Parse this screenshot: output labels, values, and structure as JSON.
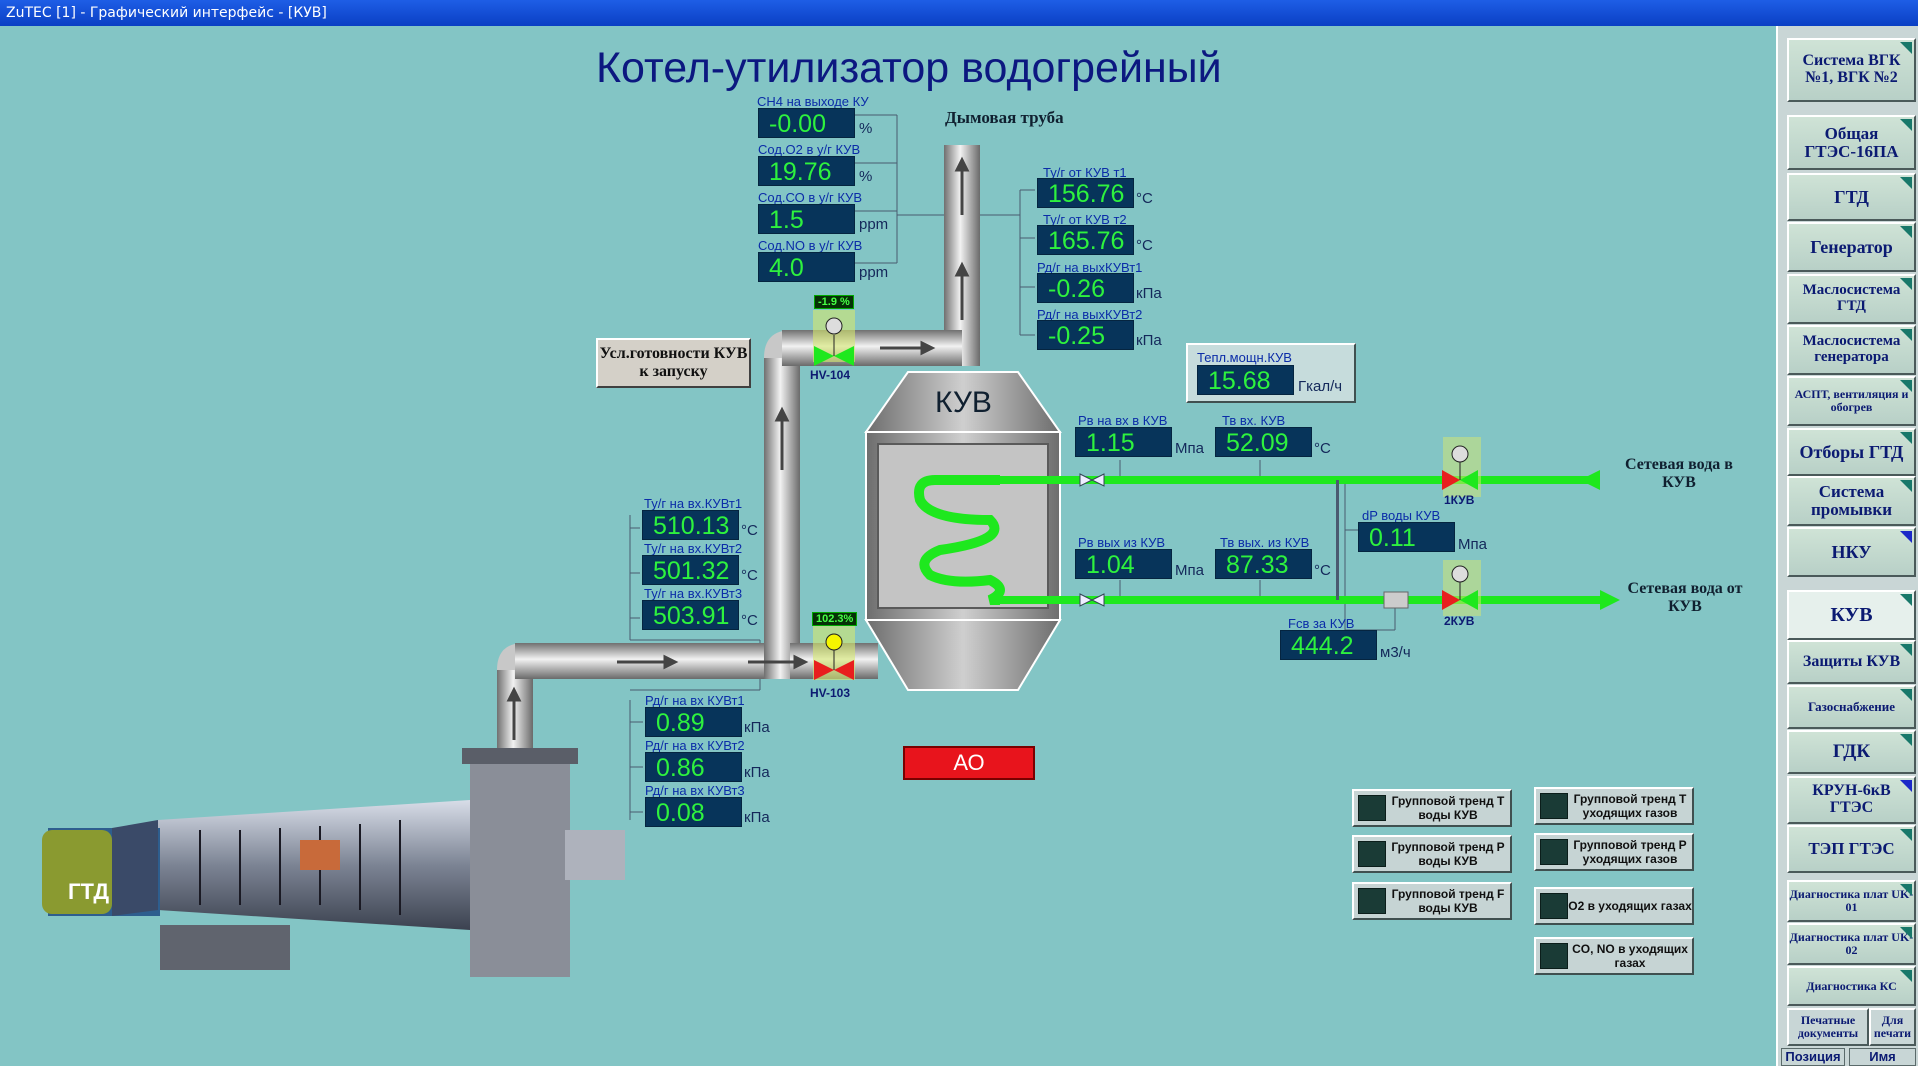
{
  "window": {
    "title": "ZuTEC [1] - Графический интерфейс - [КУВ]"
  },
  "mimic": {
    "title": "Котел-утилизатор водогрейный",
    "chimney_label": "Дымовая труба",
    "boiler_label": "КУВ",
    "gtd_label": "ГТД",
    "readiness_button": "Усл.готовности КУВ к запуску",
    "alarm_button": "АО",
    "water_in_label": "Сетевая вода в КУВ",
    "water_out_label": "Сетевая вода от КУВ"
  },
  "measurements": {
    "ch4": {
      "label": "CH4 на выходе КУ",
      "value": "-0.00",
      "unit": "%"
    },
    "o2": {
      "label": "Сод.О2 в у/г КУВ",
      "value": "19.76",
      "unit": "%"
    },
    "co": {
      "label": "Сод.СО в у/г КУВ",
      "value": "1.5",
      "unit": "ppm"
    },
    "no": {
      "label": "Сод.NO в у/г КУВ",
      "value": "4.0",
      "unit": "ppm"
    },
    "t_out1": {
      "label": "Ту/г от КУВ т1",
      "value": "156.76",
      "unit": "°С"
    },
    "t_out2": {
      "label": "Ту/г от КУВ т2",
      "value": "165.76",
      "unit": "°С"
    },
    "p_out1": {
      "label": "Рд/г на выхКУВт1",
      "value": "-0.26",
      "unit": "кПа"
    },
    "p_out2": {
      "label": "Рд/г на выхКУВт2",
      "value": "-0.25",
      "unit": "кПа"
    },
    "heat_power": {
      "label": "Тепл.мощн.КУВ",
      "value": "15.68",
      "unit": "Гкал/ч"
    },
    "t_in1": {
      "label": "Ту/г на вх.КУВт1",
      "value": "510.13",
      "unit": "°С"
    },
    "t_in2": {
      "label": "Ту/г на вх.КУВт2",
      "value": "501.32",
      "unit": "°С"
    },
    "t_in3": {
      "label": "Ту/г на вх.КУВт3",
      "value": "503.91",
      "unit": "°С"
    },
    "p_in1": {
      "label": "Рд/г на вх КУВт1",
      "value": "0.89",
      "unit": "кПа"
    },
    "p_in2": {
      "label": "Рд/г на вх КУВт2",
      "value": "0.86",
      "unit": "кПа"
    },
    "p_in3": {
      "label": "Рд/г на вх КУВт3",
      "value": "0.08",
      "unit": "кПа"
    },
    "pw_in": {
      "label": "Рв на вх в КУВ",
      "value": "1.15",
      "unit": "Мпа"
    },
    "tw_in": {
      "label": "Тв вх. КУВ",
      "value": "52.09",
      "unit": "°С"
    },
    "pw_out": {
      "label": "Рв вых из КУВ",
      "value": "1.04",
      "unit": "Мпа"
    },
    "tw_out": {
      "label": "Тв вых. из КУВ",
      "value": "87.33",
      "unit": "°С"
    },
    "dp_water": {
      "label": "dP воды КУВ",
      "value": "0.11",
      "unit": "Мпа"
    },
    "flow": {
      "label": "Fсв за КУВ",
      "value": "444.2",
      "unit": "м3/ч"
    }
  },
  "valves": {
    "hv104": {
      "tag": "HV-104",
      "position": "-1.9 %"
    },
    "hv103": {
      "tag": "HV-103",
      "position": "102.3%"
    },
    "kuv1": {
      "tag": "1КУВ"
    },
    "kuv2": {
      "tag": "2КУВ"
    }
  },
  "trends": {
    "t_water": "Групповой тренд Т воды КУВ",
    "p_water": "Групповой тренд Р воды КУВ",
    "f_water": "Групповой тренд F воды КУВ",
    "t_gas": "Групповой тренд Т уходящих газов",
    "p_gas": "Групповой тренд Р уходящих газов",
    "o2_gas": "О2 в уходящих газах",
    "co_no_gas": "CO, NO в уходящих газах"
  },
  "nav": {
    "vgk": "Система ВГК №1, ВГК №2",
    "gtes": "Общая ГТЭС-16ПА",
    "gtd": "ГТД",
    "generator": "Генератор",
    "oil_gtd": "Маслосистема ГТД",
    "oil_gen": "Маслосистема генератора",
    "aspt": "АСПТ, вентиляция и обогрев",
    "otbory": "Отборы ГТД",
    "washing": "Система промывки",
    "nku": "НКУ",
    "kuv": "КУВ",
    "kuv_protection": "Защиты КУВ",
    "gas_supply": "Газоснабжение",
    "gdk": "ГДК",
    "krun": "КРУН-6кВ ГТЭС",
    "tep": "ТЭП ГТЭС",
    "diag_uk01": "Диагностика плат UK-01",
    "diag_uk02": "Диагностика плат UK-02",
    "diag_ks": "Диагностика КС",
    "print_docs": "Печатные документы",
    "for_print": "Для печати",
    "tab_position": "Позиция",
    "tab_name": "Имя"
  },
  "colors": {
    "background": "#83c5c5",
    "value_box": "#07345a",
    "value_text": "#2ef23e",
    "alarm": "#e8141c",
    "water_pipe": "#1ee81e"
  }
}
